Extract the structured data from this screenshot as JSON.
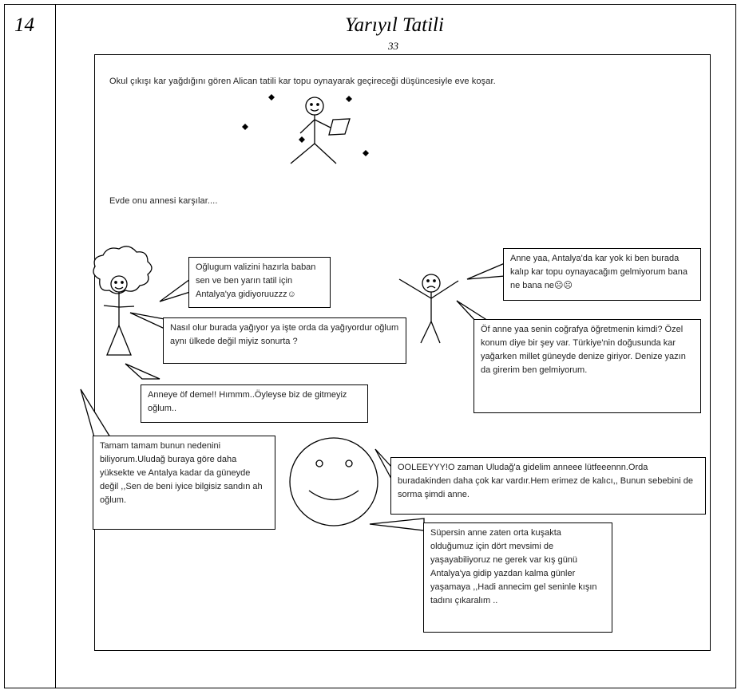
{
  "page_number": "14",
  "title": "Yarıyıl Tatili",
  "subtitle_number": "33",
  "narration": {
    "line1": "Okul çıkışı kar yağdığını gören Alican tatili kar topu oynayarak geçireceği düşüncesiyle eve koşar.",
    "line2": "Evde onu annesi karşılar...."
  },
  "bubbles": {
    "mother1": "Oğlugum valizini hazırla baban sen ve ben yarın tatil için Antalya'ya gidiyoruuzzz☺",
    "child1": "Anne yaa, Antalya'da kar yok ki ben burada kalıp kar topu oynayacağım gelmiyorum bana ne bana ne☹☹",
    "mother2": "Nasıl olur burada yağıyor ya işte orda da yağıyordur oğlum aynı ülkede değil miyiz sonurta ?",
    "child2": "Öf anne yaa senin coğrafya öğretmenin kimdi? Özel konum diye bir şey var. Türkiye'nin doğusunda kar yağarken millet güneyde denize giriyor. Denize yazın da girerim ben gelmiyorum.",
    "mother3": "Anneye öf deme!! Hımmm..Öyleyse biz de gitmeyiz oğlum..",
    "child3": "Tamam tamam bunun nedenini biliyorum.Uludağ buraya göre daha yüksekte ve Antalya kadar da güneyde değil ,,Sen de beni iyice bilgisiz sandın ah oğlum.",
    "mother4": "OOLEEYYY!O zaman Uludağ'a gidelim anneee lütfeeennn.Orda buradakinden daha çok kar vardır.Hem erimez de kalıcı,, Bunun sebebini de sorma şimdi anne.",
    "child4": "Süpersin anne zaten orta kuşakta olduğumuz için dört mevsimi de yaşayabiliyoruz ne gerek var kış günü Antalya'ya gidip yazdan kalma günler yaşamaya ,,Hadi annecim gel seninle kışın tadını çıkaralım .."
  }
}
